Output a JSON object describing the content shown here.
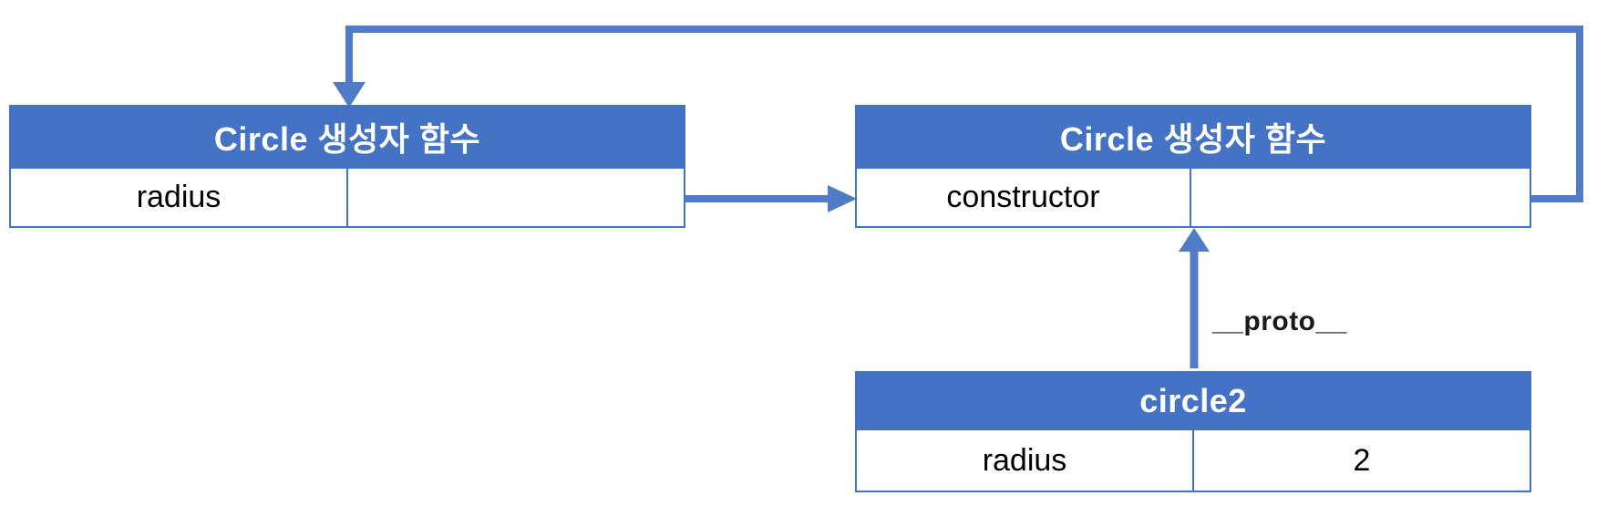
{
  "colors": {
    "header_fill": "#4472C4",
    "table_border": "#4472C4",
    "arrow": "#4F7BC7",
    "header_text": "#FFFFFF",
    "body_text": "#000000"
  },
  "tables": {
    "constructor_function": {
      "title": "Circle 생성자 함수",
      "row": {
        "key": "radius",
        "value": ""
      }
    },
    "prototype_object": {
      "title": "Circle 생성자 함수",
      "row": {
        "key": "constructor",
        "value": ""
      }
    },
    "instance": {
      "title": "circle2",
      "row": {
        "key": "radius",
        "value": "2"
      }
    }
  },
  "labels": {
    "proto": "__proto__"
  },
  "arrows": [
    {
      "name": "prototype-link",
      "from": "constructor-function value slot",
      "to": "prototype object table",
      "direction": "right"
    },
    {
      "name": "constructor-link",
      "from": "prototype object value slot",
      "to": "constructor function table header",
      "direction": "right-up-left-down"
    },
    {
      "name": "proto-link",
      "from": "circle2 instance table",
      "to": "prototype object table",
      "direction": "up"
    }
  ]
}
